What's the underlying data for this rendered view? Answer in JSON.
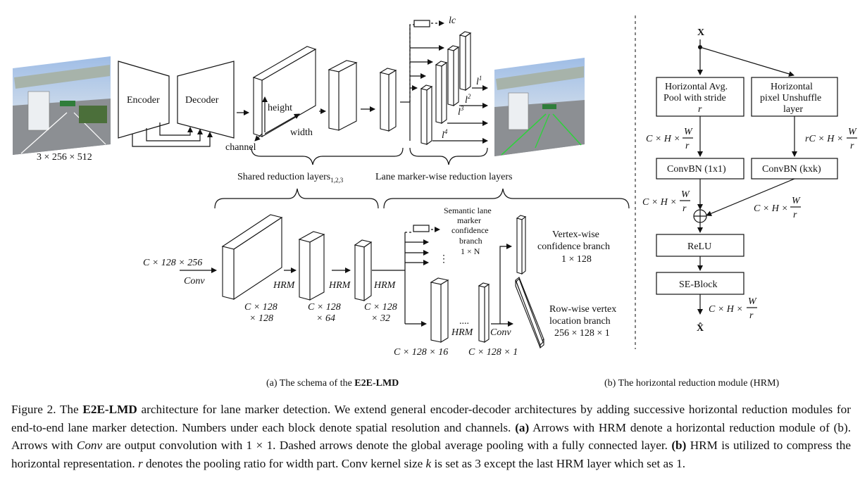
{
  "panel_a": {
    "input_size": "3 × 256 × 512",
    "encoder_label": "Encoder",
    "decoder_label": "Decoder",
    "cube_height": "height",
    "cube_width": "width",
    "cube_channel": "channel",
    "lc_label": "lc",
    "lane_labels": [
      "l",
      "l",
      "l",
      "l"
    ],
    "lane_sups": [
      "1",
      "2",
      "3",
      "4"
    ],
    "shared_label": "Shared reduction layers",
    "shared_sub": "1,2,3",
    "lane_wise_label": "Lane marker-wise reduction layers",
    "input_dim": "C × 128 × 256",
    "conv_label": "Conv",
    "hrm_label": "HRM",
    "dims": [
      "C × 128",
      "× 128",
      "C × 128",
      "× 64",
      "C × 128",
      "× 32"
    ],
    "semantic_branch": [
      "Semantic lane",
      "marker",
      "confidence",
      "branch",
      "1 × N"
    ],
    "vertex_branch": [
      "Vertex-wise",
      "confidence branch",
      "1 × 128"
    ],
    "row_branch": [
      "Row-wise vertex",
      "location branch",
      "256 × 128 × 1"
    ],
    "dots": "....",
    "small_dims": [
      "C × 128 × 16",
      "C × 128 × 1"
    ],
    "caption": "(a) The schema of the ",
    "caption_bold": "E2E-LMD"
  },
  "panel_b": {
    "x_label": "X",
    "hpool": [
      "Horizontal Avg.",
      "Pool with stride",
      "r"
    ],
    "hunshuffle": [
      "Horizontal",
      "pixel Unshuffle",
      "layer"
    ],
    "dim_left": "C × H ×",
    "dim_right": "rC × H ×",
    "frac_num": "W",
    "frac_den": "r",
    "convbn1": "ConvBN (1x1)",
    "convbnk": "ConvBN (kxk)",
    "relu": "ReLU",
    "seblock": "SE-Block",
    "xhat": "X̂",
    "caption": "(b) The horizontal reduction module (HRM)"
  },
  "figure_caption": {
    "p1": "Figure 2. The ",
    "b1": "E2E-LMD",
    "p2": " architecture for lane marker detection.  We extend general encoder-decoder architectures by adding successive horizontal reduction modules for end-to-end lane marker detection. Numbers under each block denote spatial resolution and channels. ",
    "b2": "(a)",
    "p3": " Arrows with HRM denote a horizontal reduction module of (b).  Arrows with ",
    "i1": "Conv",
    "p4": " are output convolution with 1 × 1.  Dashed arrows denote the global average pooling with a fully connected layer.  ",
    "b3": "(b)",
    "p5": " HRM is utilized to compress the horizontal representation.  ",
    "i2": "r",
    "p6": " denotes the pooling ratio for width part. Conv kernel size ",
    "i3": "k",
    "p7": " is set as 3 except the last HRM layer which set as 1."
  }
}
